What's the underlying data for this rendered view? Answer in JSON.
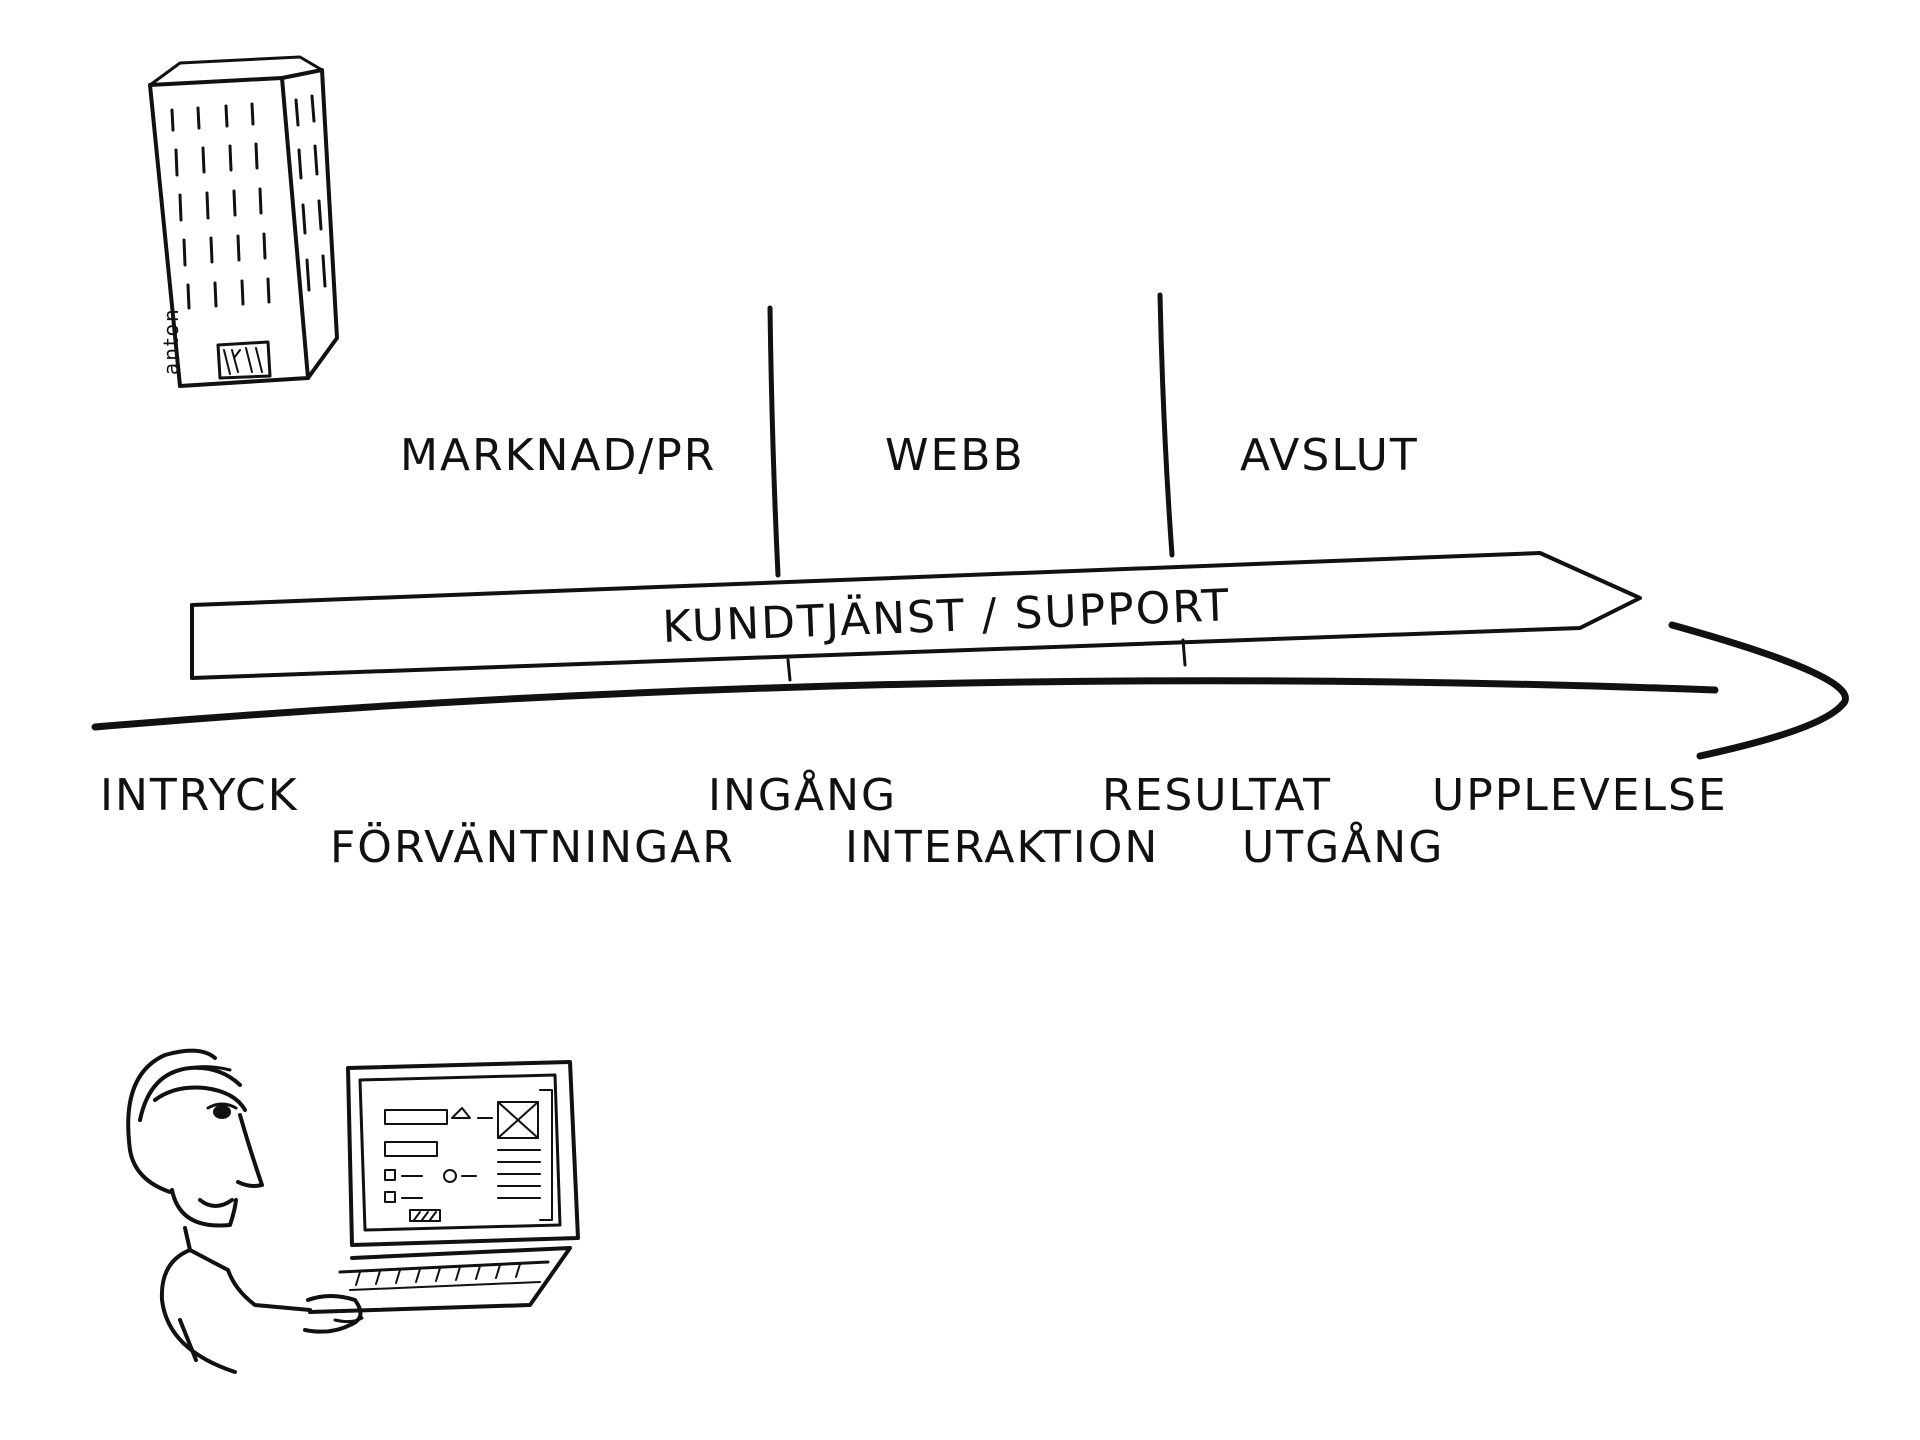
{
  "sections": {
    "marketing": "MARKNAD/PR",
    "web": "WEBB",
    "closing": "AVSLUT"
  },
  "band_label": "KUNDTJÄNST / SUPPORT",
  "stages": {
    "impression": "INTRYCK",
    "expectations": "FÖRVÄNTNINGAR",
    "entry": "INGÅNG",
    "interaction": "INTERAKTION",
    "result": "RESULTAT",
    "exit": "UTGÅNG",
    "experience": "UPPLEVELSE"
  },
  "signature": "anton",
  "colors": {
    "ink": "#111111",
    "background": "#ffffff"
  }
}
